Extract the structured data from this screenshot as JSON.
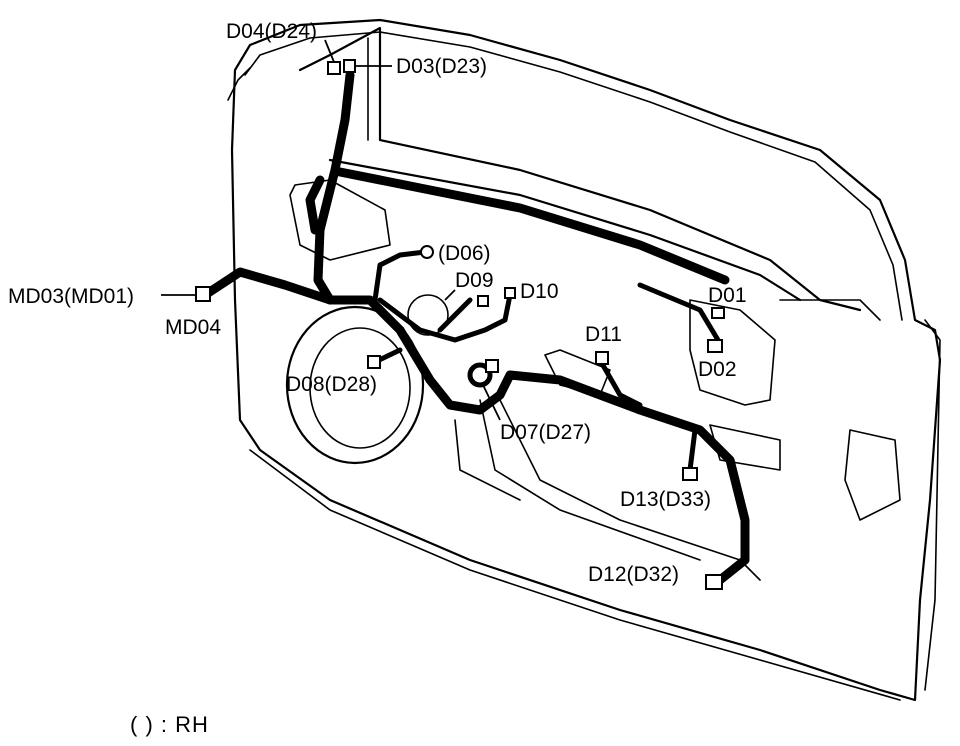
{
  "labels": {
    "d04": "D04(D24)",
    "d03": "D03(D23)",
    "d06": "(D06)",
    "d09": "D09",
    "d10": "D10",
    "d01": "D01",
    "d02": "D02",
    "d11": "D11",
    "md03": "MD03(MD01)",
    "md04": "MD04",
    "d08": "D08(D28)",
    "d07": "D07(D27)",
    "d13": "D13(D33)",
    "d12": "D12(D32)"
  },
  "legend": "( ) : RH"
}
